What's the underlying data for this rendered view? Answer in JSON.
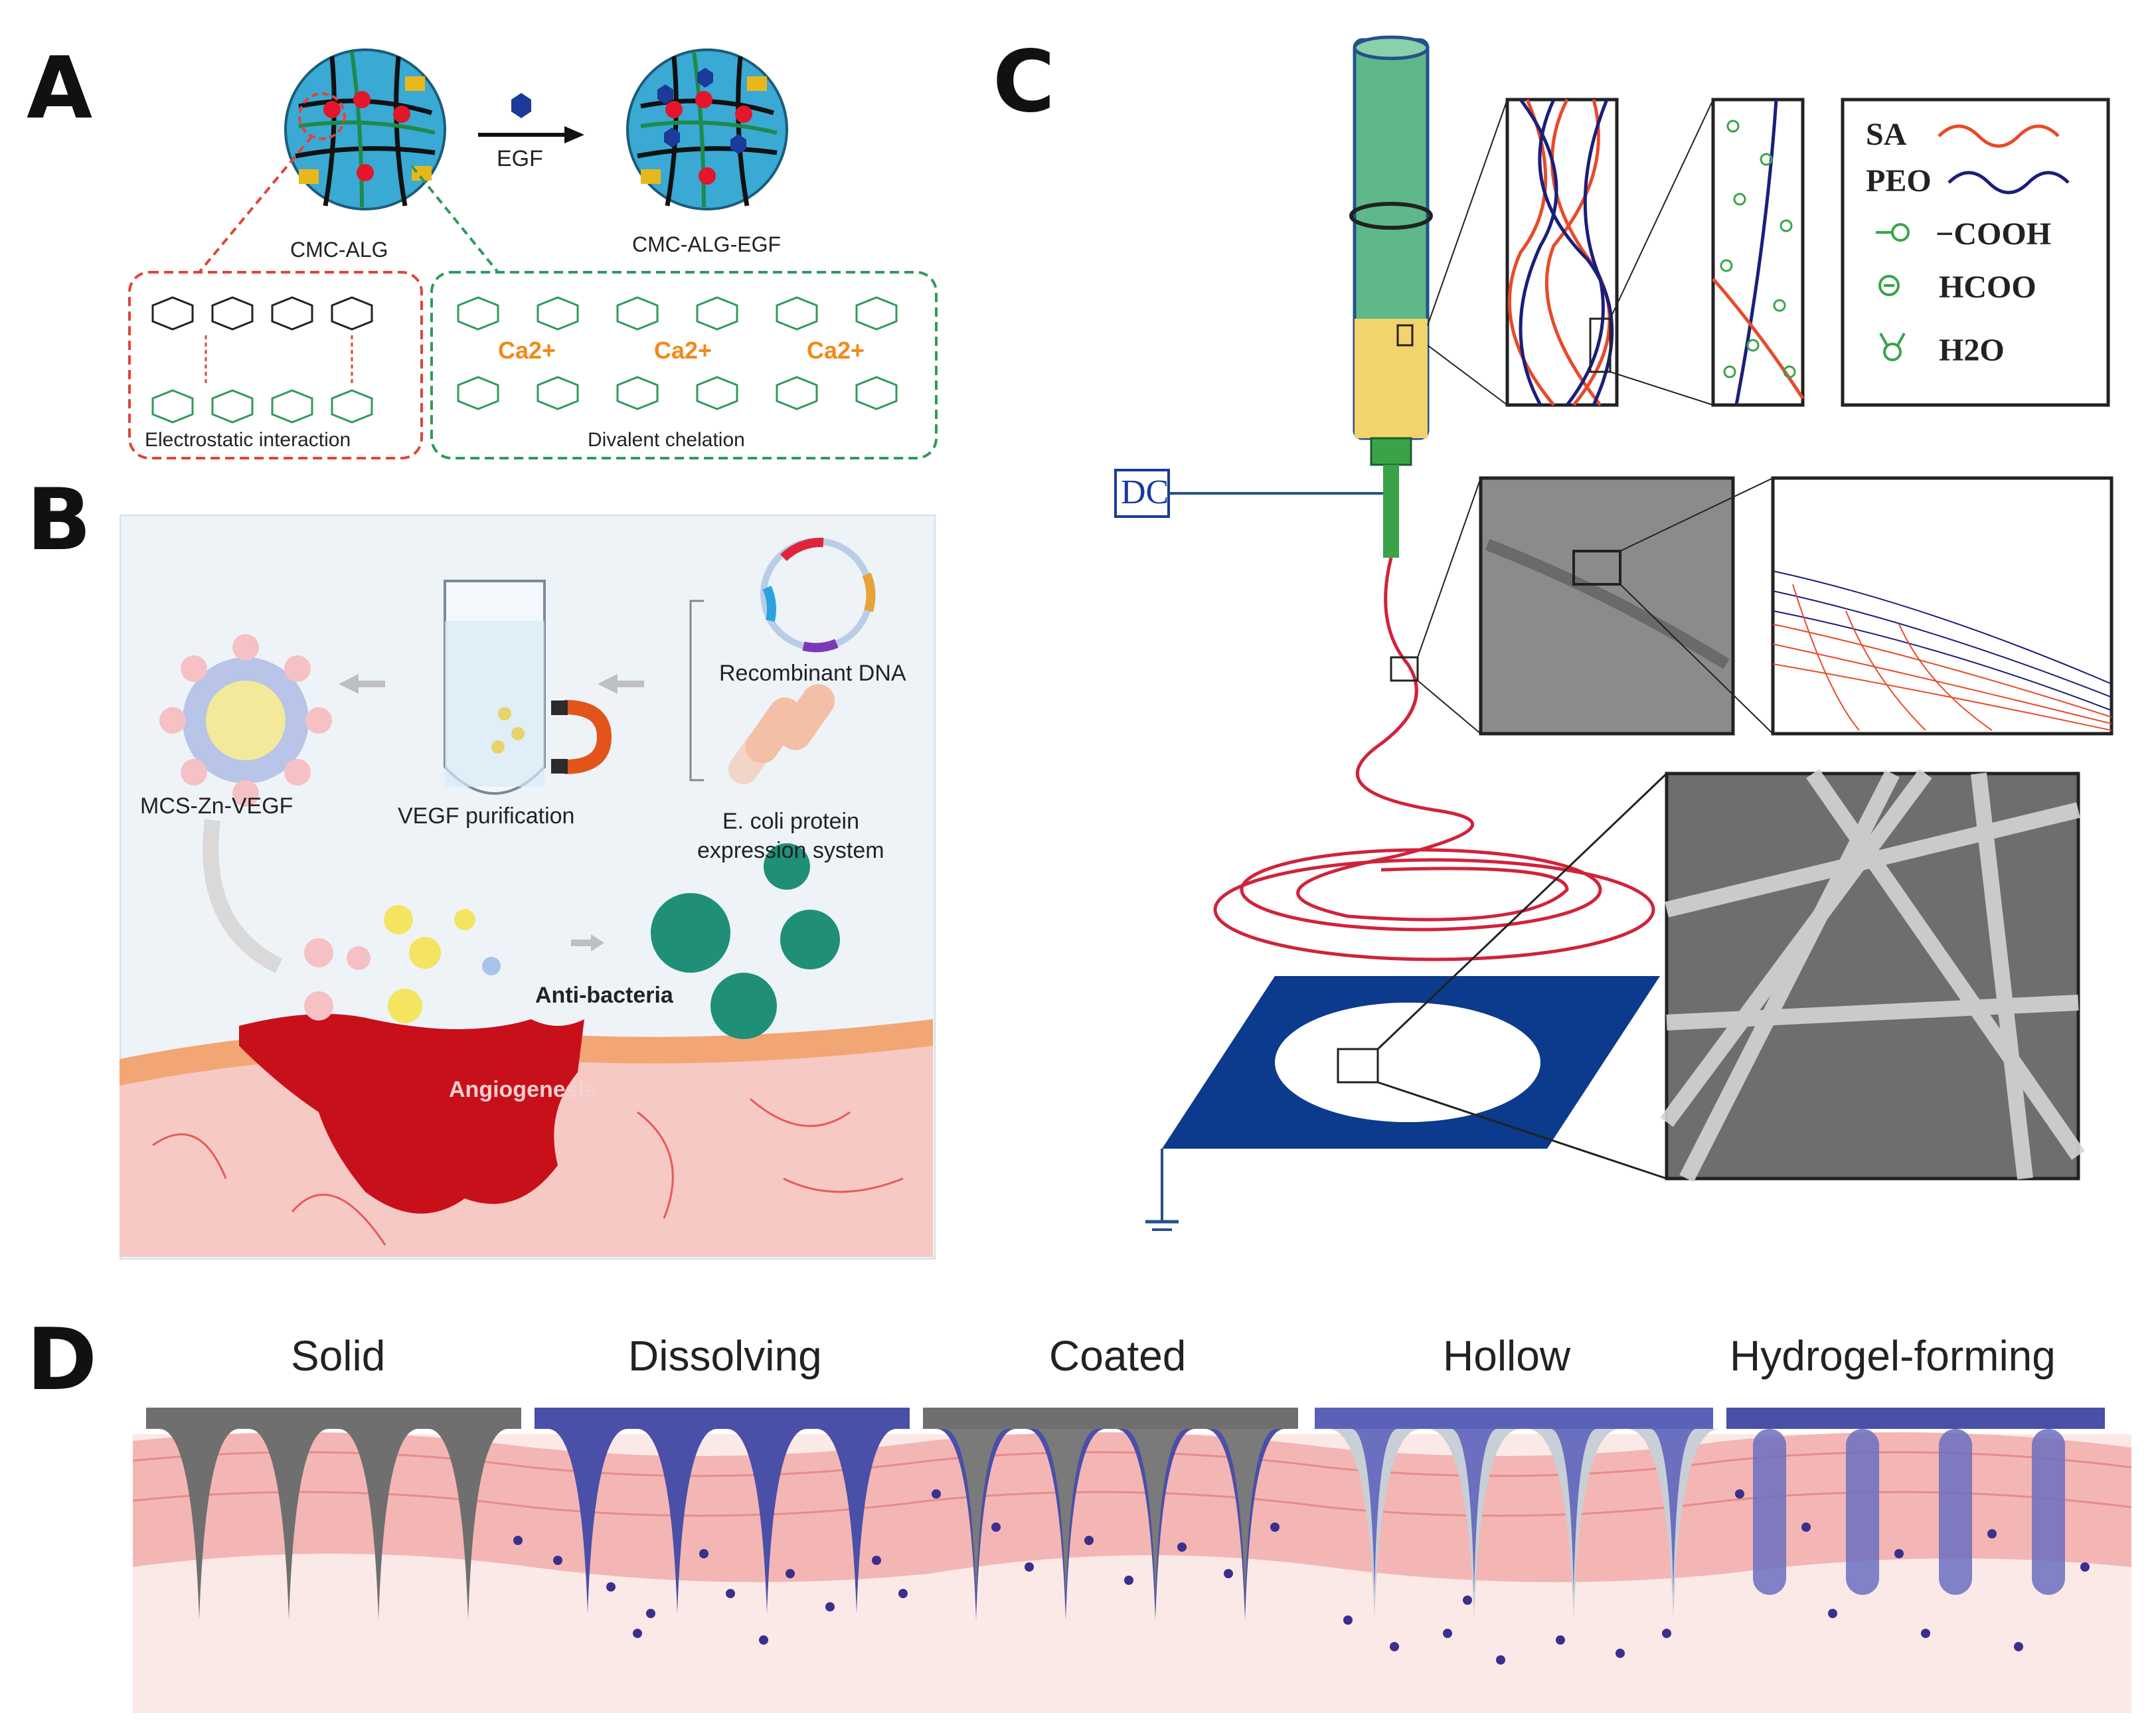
{
  "panels": {
    "A": {
      "letter": "A",
      "arrow_label": "EGF",
      "left_label": "CMC-ALG",
      "right_label": "CMC-ALG-EGF",
      "box_left_label": "Electrostatic interaction",
      "box_right_label": "Divalent chelation",
      "ion_label": "Ca2+",
      "colors": {
        "red_box": "#e0453a",
        "green_box": "#2f9a5c",
        "sphere": "#3aa9d4",
        "ion": "#f08a1a"
      }
    },
    "B": {
      "letter": "B",
      "mcs_label": "MCS-Zn-VEGF",
      "purification_label": "VEGF purification",
      "dna_label": "Recombinant DNA",
      "ecoli_label_1": "E. coli protein",
      "ecoli_label_2": "expression system",
      "antibacteria_label": "Anti-bacteria",
      "angiogenesis_label": "Angiogenesis",
      "colors": {
        "wound": "#c8101a",
        "skin": "#f7c9c4",
        "bacteria": "#1f8f78"
      }
    },
    "C": {
      "letter": "C",
      "dc_label": "DC",
      "legend": [
        {
          "label": "SA",
          "icon": "red-wave"
        },
        {
          "label": "PEO",
          "icon": "blue-wave"
        },
        {
          "label": "−COOH",
          "icon": "carboxyl-icon"
        },
        {
          "label": "HCOO",
          "icon": "carboxylate-icon"
        },
        {
          "label": "H2O",
          "icon": "water-icon"
        }
      ],
      "colors": {
        "collector": "#0c3a8c",
        "jet": "#d0233a",
        "peo": "#1a1f7a",
        "sa": "#e84a2a"
      }
    },
    "D": {
      "letter": "D",
      "types": [
        "Solid",
        "Dissolving",
        "Coated",
        "Hollow",
        "Hydrogel-forming"
      ],
      "colors": {
        "solid": "#6f6f6f",
        "dissolving": "#4a4fa8",
        "skin": "#f3b6b4",
        "drug": "#3a2f8c"
      }
    }
  }
}
